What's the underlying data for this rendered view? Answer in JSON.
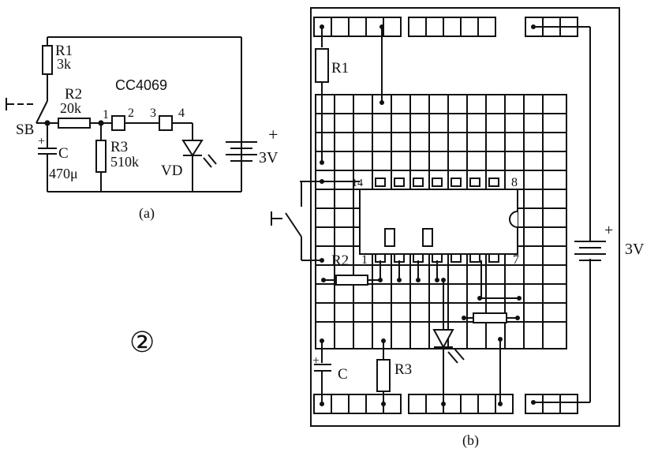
{
  "schematic": {
    "r1_name": "R1",
    "r1_value": "3k",
    "r2_name": "R2",
    "r2_value": "20k",
    "r3_name": "R3",
    "r3_value": "510k",
    "c_name": "C",
    "c_value": "470μ",
    "ic_name": "CC4069",
    "pin1": "1",
    "pin2": "2",
    "pin3": "3",
    "pin4": "4",
    "sb_name": "SB",
    "vd_name": "VD",
    "battery_plus": "+",
    "battery_voltage": "3V",
    "caption": "(a)"
  },
  "figure_number": "②",
  "board": {
    "r1_name": "R1",
    "r2_name": "R2",
    "r3_name": "R3",
    "c_name": "C",
    "pin14": "14",
    "pin8": "8",
    "pin1": "1",
    "pin7": "7",
    "battery_plus": "+",
    "battery_voltage": "3V",
    "caption": "(b)"
  }
}
